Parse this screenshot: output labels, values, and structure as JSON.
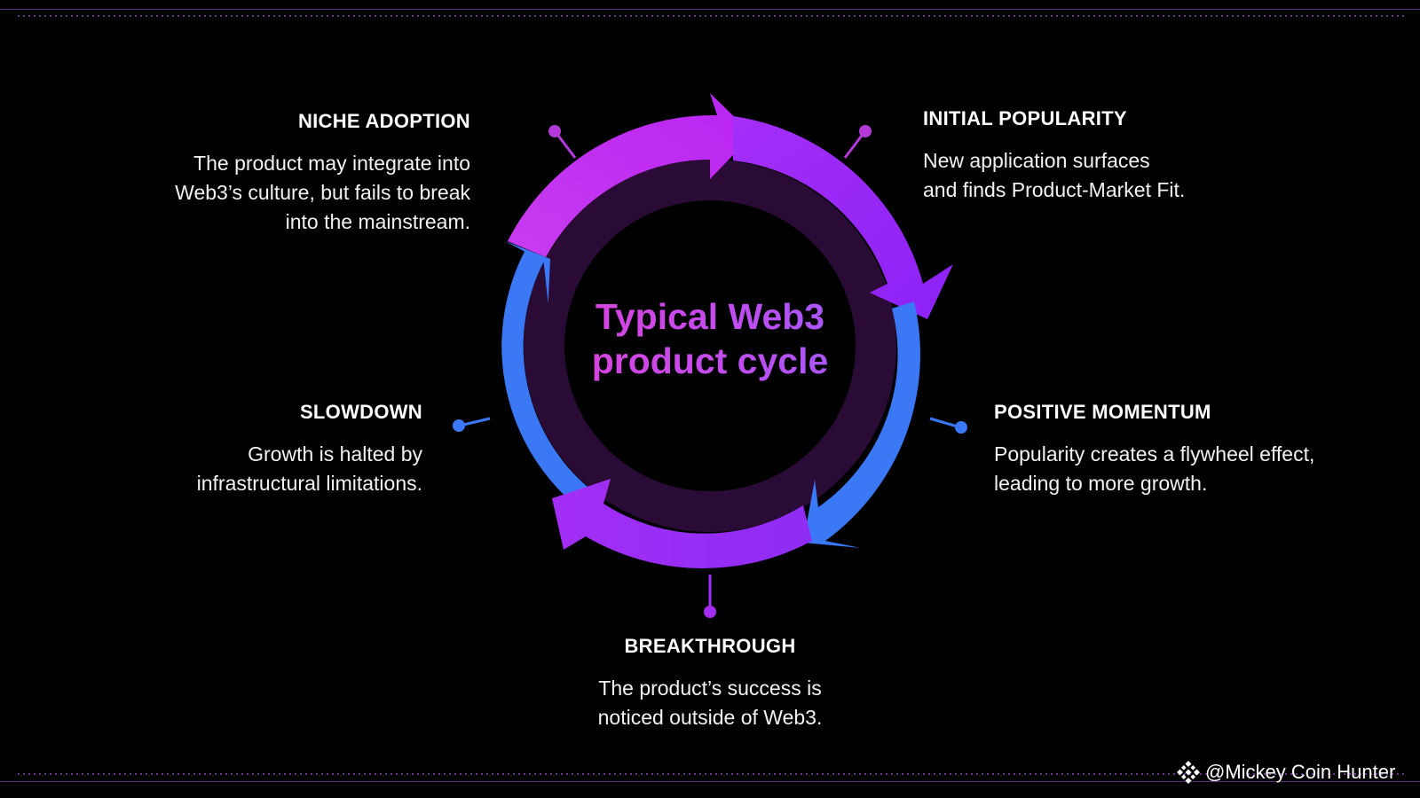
{
  "center": {
    "title_line1": "Typical Web3",
    "title_line2": "product cycle"
  },
  "stages": {
    "niche_adoption": {
      "title": "NICHE ADOPTION",
      "desc_lines": [
        "The product may integrate into",
        "Web3’s culture, but fails to break",
        "into the mainstream."
      ]
    },
    "initial_popularity": {
      "title": "INITIAL POPULARITY",
      "desc_lines": [
        "New application surfaces",
        "and finds Product-Market Fit."
      ]
    },
    "positive_momentum": {
      "title": "POSITIVE MOMENTUM",
      "desc_lines": [
        "Popularity creates a flywheel effect,",
        "leading to more growth."
      ]
    },
    "breakthrough": {
      "title": "BREAKTHROUGH",
      "desc_lines": [
        "The product’s success is",
        "noticed outside of Web3."
      ]
    },
    "slowdown": {
      "title": "SLOWDOWN",
      "desc_lines": [
        "Growth is halted by",
        "infrastructural limitations."
      ]
    }
  },
  "watermark": {
    "text": "@Mickey Coin Hunter",
    "icon": "binance-diamond-icon"
  },
  "colors": {
    "background": "#000000",
    "inner_ring": "#2a0b35",
    "magenta": "#c32cf0",
    "violet": "#9b24f8",
    "blue": "#3a78f5",
    "connector_purple": "#b33ad8",
    "connector_blue": "#3a78f5"
  }
}
